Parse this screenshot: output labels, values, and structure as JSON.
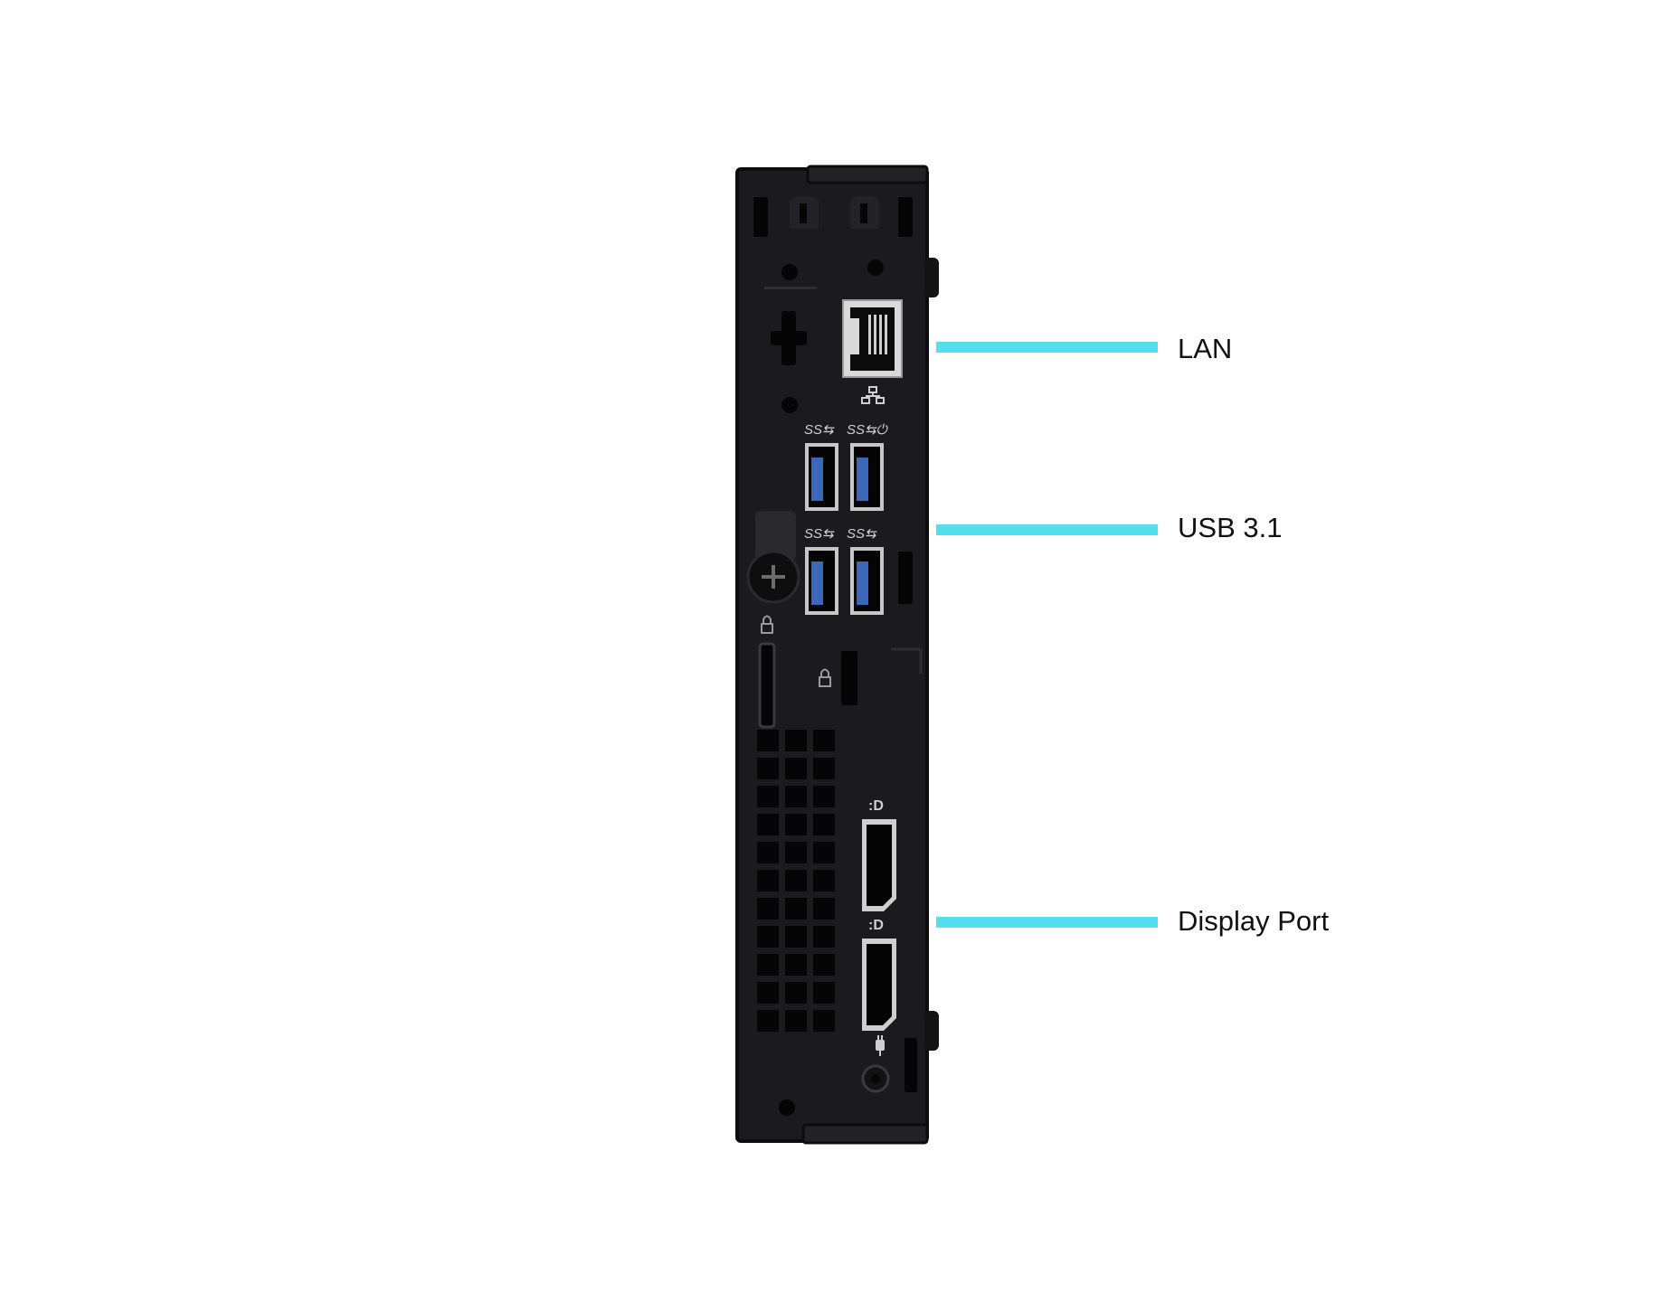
{
  "colors": {
    "background": "#ffffff",
    "chassis": "#1b1b1d",
    "chassis_edge": "#0c0c0d",
    "port_black": "#050505",
    "usb_blue": "#3a67b8",
    "callout_line": "#55dfee",
    "label_text": "#111111"
  },
  "device": {
    "name_icon": "mini-pc-rear-panel",
    "usb_port_logo": "SS",
    "usb_port_count": 4,
    "displayport_count": 2
  },
  "callouts": [
    {
      "id": "lan",
      "label": "LAN"
    },
    {
      "id": "usb",
      "label": "USB 3.1"
    },
    {
      "id": "displayport",
      "label": "Display Port"
    }
  ]
}
